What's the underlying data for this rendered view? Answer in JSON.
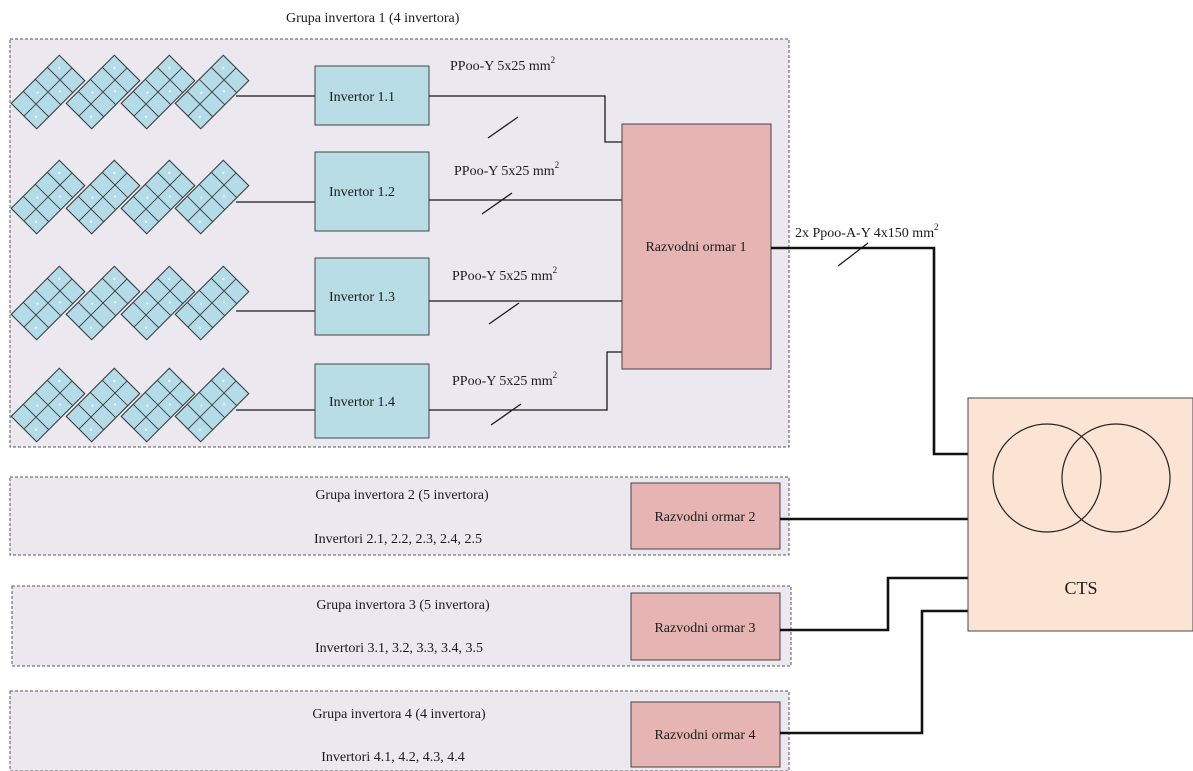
{
  "colors": {
    "group_fill": "#ece8ef",
    "inverter_fill": "#b9dde4",
    "cabinet_fill": "#e6b5b3",
    "cts_fill": "#fbe4d4",
    "panel_fill": "#b3dbe8",
    "line": "#1a1a1a"
  },
  "group1": {
    "title": "Grupa invertora 1 (4 invertora)",
    "inverters": [
      {
        "label": "Invertor 1.1",
        "cable": "PPoo-Y 5x25 mm",
        "cable_sup": "2"
      },
      {
        "label": "Invertor 1.2",
        "cable": "PPoo-Y 5x25 mm",
        "cable_sup": "2"
      },
      {
        "label": "Invertor 1.3",
        "cable": "PPoo-Y 5x25 mm",
        "cable_sup": "2"
      },
      {
        "label": "Invertor 1.4",
        "cable": "PPoo-Y 5x25 mm",
        "cable_sup": "2"
      }
    ],
    "cabinet": "Razvodni ormar 1",
    "feeder_cable": "2x Ppoo-A-Y 4x150 mm",
    "feeder_cable_sup": "2"
  },
  "groups": [
    {
      "title": "Grupa invertora 2 (5 invertora)",
      "inverters": "Invertori 2.1, 2.2, 2.3, 2.4, 2.5",
      "cabinet": "Razvodni ormar 2"
    },
    {
      "title": "Grupa invertora 3 (5 invertora)",
      "inverters": "Invertori 3.1, 3.2, 3.3, 3.4, 3.5",
      "cabinet": "Razvodni ormar 3"
    },
    {
      "title": "Grupa invertora 4 (4 invertora)",
      "inverters": "Invertori 4.1, 4.2, 4.3, 4.4",
      "cabinet": "Razvodni ormar 4"
    }
  ],
  "cts": {
    "label": "CTS"
  },
  "icons": {
    "solar_panel": "solar-panel-icon",
    "transformer": "transformer-symbol-icon"
  }
}
